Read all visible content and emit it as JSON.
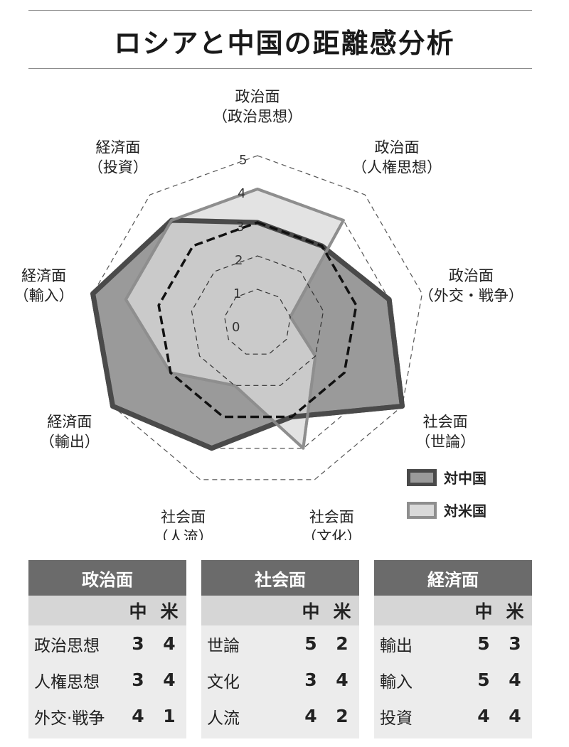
{
  "title": "ロシアと中国の距離感分析",
  "chart_data": {
    "type": "radar",
    "axes": [
      {
        "line1": "政治面",
        "line2": "（政治思想）"
      },
      {
        "line1": "政治面",
        "line2": "（人権思想）"
      },
      {
        "line1": "政治面",
        "line2": "（外交・戦争）"
      },
      {
        "line1": "社会面",
        "line2": "（世論）"
      },
      {
        "line1": "社会面",
        "line2": "（文化）"
      },
      {
        "line1": "社会面",
        "line2": "（人流）"
      },
      {
        "line1": "経済面",
        "line2": "（輸出）"
      },
      {
        "line1": "経済面",
        "line2": "（輸入）"
      },
      {
        "line1": "経済面",
        "line2": "（投資）"
      }
    ],
    "scale_labels": [
      "0",
      "1",
      "2",
      "3",
      "4",
      "5"
    ],
    "range": [
      0,
      5
    ],
    "series": [
      {
        "name": "対中国",
        "values": [
          3,
          3,
          4,
          5,
          3,
          4,
          5,
          5,
          4
        ],
        "fill": "#9a9a9a",
        "stroke": "#4a4a4a"
      },
      {
        "name": "対米国",
        "values": [
          4,
          4,
          1,
          2,
          4,
          2,
          3,
          4,
          4
        ],
        "fill": "#d9d9d9",
        "stroke": "#8e8e8e"
      }
    ],
    "legend_position": "bottom-right"
  },
  "tables": [
    {
      "header": "政治面",
      "col1": "中",
      "col2": "米",
      "rows": [
        {
          "label": "政治思想",
          "v1": "3",
          "v2": "4"
        },
        {
          "label": "人権思想",
          "v1": "3",
          "v2": "4"
        },
        {
          "label": "外交·戦争",
          "v1": "4",
          "v2": "1"
        }
      ]
    },
    {
      "header": "社会面",
      "col1": "中",
      "col2": "米",
      "rows": [
        {
          "label": "世論",
          "v1": "5",
          "v2": "2"
        },
        {
          "label": "文化",
          "v1": "3",
          "v2": "4"
        },
        {
          "label": "人流",
          "v1": "4",
          "v2": "2"
        }
      ]
    },
    {
      "header": "経済面",
      "col1": "中",
      "col2": "米",
      "rows": [
        {
          "label": "輸出",
          "v1": "5",
          "v2": "3"
        },
        {
          "label": "輸入",
          "v1": "5",
          "v2": "4"
        },
        {
          "label": "投資",
          "v1": "4",
          "v2": "4"
        }
      ]
    }
  ]
}
